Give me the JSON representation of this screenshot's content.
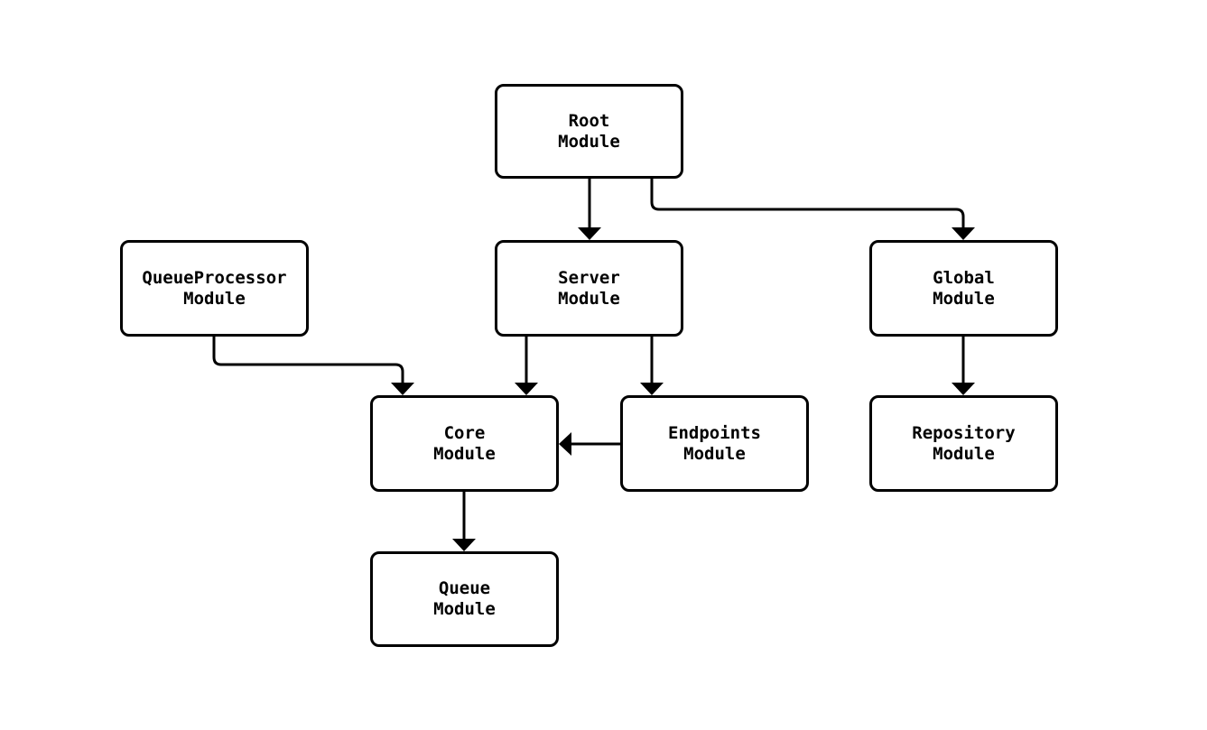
{
  "diagram": {
    "type": "module-dependency-graph",
    "background_color": "#ffffff",
    "stroke_color": "#000000",
    "text_color": "#000000",
    "nodes": [
      {
        "id": "root",
        "line1": "Root",
        "line2": "Module"
      },
      {
        "id": "queueprocessor",
        "line1": "QueueProcessor",
        "line2": "Module"
      },
      {
        "id": "server",
        "line1": "Server",
        "line2": "Module"
      },
      {
        "id": "global",
        "line1": "Global",
        "line2": "Module"
      },
      {
        "id": "core",
        "line1": "Core",
        "line2": "Module"
      },
      {
        "id": "endpoints",
        "line1": "Endpoints",
        "line2": "Module"
      },
      {
        "id": "repository",
        "line1": "Repository",
        "line2": "Module"
      },
      {
        "id": "queue",
        "line1": "Queue",
        "line2": "Module"
      }
    ],
    "edges": [
      {
        "from": "Root Module",
        "to": "Server Module"
      },
      {
        "from": "Root Module",
        "to": "Global Module"
      },
      {
        "from": "QueueProcessor Module",
        "to": "Core Module"
      },
      {
        "from": "Server Module",
        "to": "Core Module"
      },
      {
        "from": "Server Module",
        "to": "Endpoints Module"
      },
      {
        "from": "Endpoints Module",
        "to": "Core Module"
      },
      {
        "from": "Global Module",
        "to": "Repository Module"
      },
      {
        "from": "Core Module",
        "to": "Queue Module"
      }
    ]
  }
}
